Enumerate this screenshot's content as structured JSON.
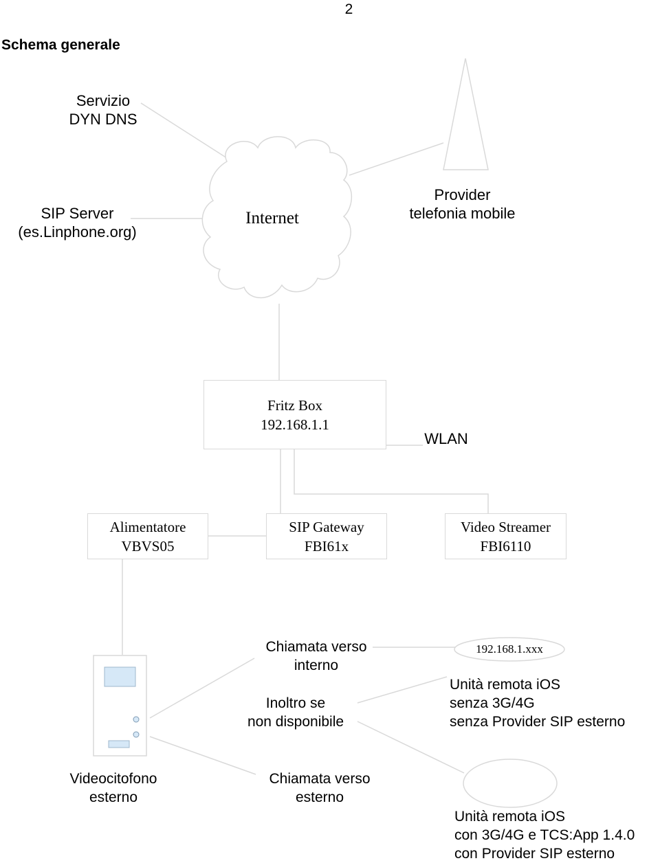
{
  "page_number": "2",
  "title": "Schema generale",
  "nodes": {
    "dyn_dns": "Servizio\nDYN DNS",
    "sip_server": "SIP Server\n(es.Linphone.org)",
    "internet": "Internet",
    "mobile_provider": "Provider\ntelefonia mobile",
    "fritz_box": "Fritz Box\n192.168.1.1",
    "wlan": "WLAN",
    "power_supply": "Alimentatore\nVBVS05",
    "sip_gateway": "SIP Gateway\nFBI61x",
    "video_streamer": "Video Streamer\nFBI6110",
    "call_internal": "Chiamata verso\ninterno",
    "forward": "Inoltro se\nnon disponibile",
    "ip_xxx": "192.168.1.xxx",
    "remote_unit_no_sim": "Unità remota iOS\nsenza 3G/4G\nsenza Provider SIP esterno",
    "door_station": "Videocitofono\nesterno",
    "call_external": "Chiamata verso\nesterno",
    "remote_unit_sim": "Unità remota iOS\ncon 3G/4G e TCS:App 1.4.0\ncon Provider SIP esterno"
  },
  "colors": {
    "line": "#d9d9d9",
    "screen_fill": "#d6e8f7",
    "screen_stroke": "#9fb7cc",
    "button_fill": "#d6e8f7",
    "button_stroke": "#7f9ab3"
  }
}
